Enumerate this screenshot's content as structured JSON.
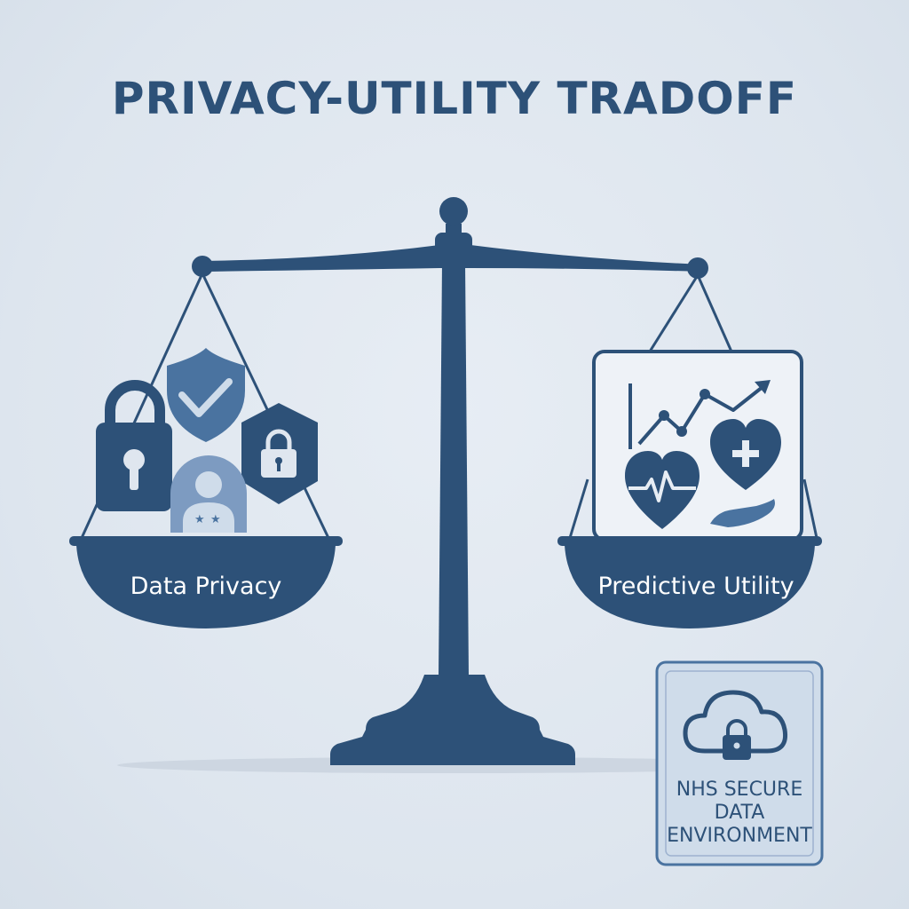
{
  "title": "PRIVACY-UTILITY TRADOFF",
  "left_pan": {
    "label": "Data Privacy",
    "icons": [
      "padlock-icon",
      "shield-check-icon",
      "hexagon-lock-icon",
      "user-profile-icon"
    ]
  },
  "right_pan": {
    "label": "Predictive Utility",
    "icons": [
      "trend-chart-icon",
      "heart-pulse-icon",
      "heart-plus-icon",
      "caring-hand-icon"
    ]
  },
  "badge": {
    "icon": "cloud-lock-icon",
    "line1": "NHS SECURE",
    "line2": "DATA",
    "line3": "ENVIRONMENT"
  },
  "colors": {
    "navy": "#2d5178",
    "mid_blue": "#4a73a0",
    "light_blue": "#7d9bc1",
    "background": "#dfe6ef"
  }
}
